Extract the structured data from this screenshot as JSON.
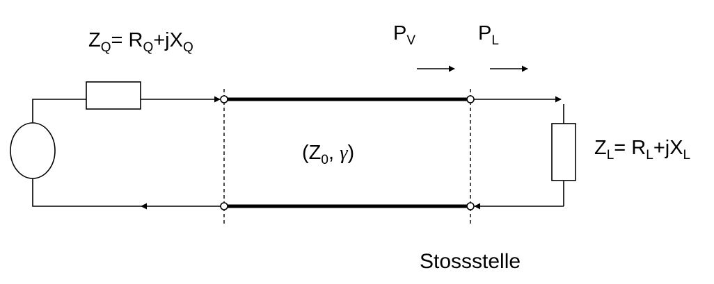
{
  "labels": {
    "source_impedance": {
      "main": "Z",
      "sub1": "Q",
      "mid1": "= R",
      "sub2": "Q",
      "mid2": "+jX",
      "sub3": "Q"
    },
    "load_impedance": {
      "main": "Z",
      "sub1": "L",
      "mid1": "= R",
      "sub2": "L",
      "mid2": "+jX",
      "sub3": "L"
    },
    "forward_power": {
      "main": "P",
      "sub": "V"
    },
    "load_power": {
      "main": "P",
      "sub": "L"
    },
    "line_params": {
      "open": "(Z",
      "sub": "0",
      "sep": ", ",
      "gamma": "γ",
      "close": ")"
    },
    "discontinuity": "Stossstelle"
  }
}
